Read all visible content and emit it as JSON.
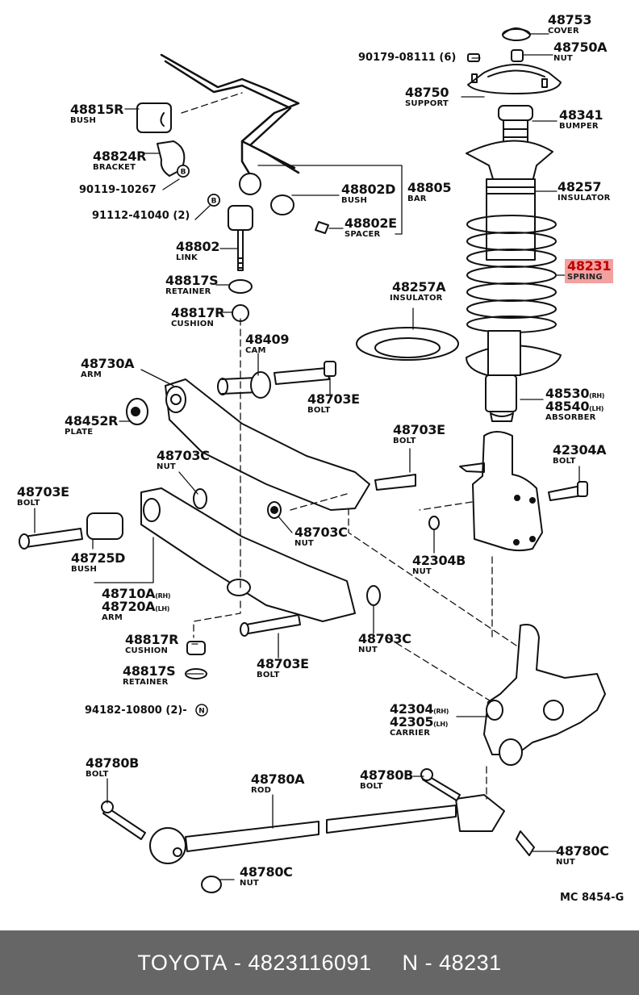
{
  "diagram": {
    "code": "MC 8454-G",
    "highlight_color": "#f3a0a0",
    "callouts": [
      {
        "id": "48753",
        "name": "COVER"
      },
      {
        "id": "48750A",
        "name": "NUT"
      },
      {
        "id": "48750",
        "name": "SUPPORT"
      },
      {
        "id": "48341",
        "name": "BUMPER"
      },
      {
        "id": "48257",
        "name": "INSULATOR"
      },
      {
        "id": "48231",
        "name": "SPRING",
        "highlighted": true
      },
      {
        "id": "48257A",
        "name": "INSULATOR"
      },
      {
        "id": "48530",
        "side": "(RH)",
        "id2": "48540",
        "side2": "(LH)",
        "name": "ABSORBER"
      },
      {
        "id": "42304A",
        "name": "BOLT"
      },
      {
        "id": "42304B",
        "name": "NUT"
      },
      {
        "id": "48815R",
        "name": "BUSH"
      },
      {
        "id": "48824R",
        "name": "BRACKET"
      },
      {
        "id": "48802D",
        "name": "BUSH"
      },
      {
        "id": "48805",
        "name": "BAR"
      },
      {
        "id": "48802E",
        "name": "SPACER"
      },
      {
        "id": "48802",
        "name": "LINK"
      },
      {
        "id": "48817S",
        "name": "RETAINER"
      },
      {
        "id": "48817R",
        "name": "CUSHION"
      },
      {
        "id": "48409",
        "name": "CAM"
      },
      {
        "id": "48730A",
        "name": "ARM"
      },
      {
        "id": "48703E",
        "name": "BOLT"
      },
      {
        "id": "48452R",
        "name": "PLATE"
      },
      {
        "id": "48703E",
        "name": "BOLT"
      },
      {
        "id": "48703C",
        "name": "NUT"
      },
      {
        "id": "48703E",
        "name": "BOLT"
      },
      {
        "id": "48703C",
        "name": "NUT"
      },
      {
        "id": "48725D",
        "name": "BUSH"
      },
      {
        "id": "48710A",
        "side": "(RH)",
        "id2": "48720A",
        "side2": "(LH)",
        "name": "ARM"
      },
      {
        "id": "48817R",
        "name": "CUSHION"
      },
      {
        "id": "48817S",
        "name": "RETAINER"
      },
      {
        "id": "48703E",
        "name": "BOLT"
      },
      {
        "id": "48703C",
        "name": "NUT"
      },
      {
        "id": "42304",
        "side": "(RH)",
        "id2": "42305",
        "side2": "(LH)",
        "name": "CARRIER"
      },
      {
        "id": "48780B",
        "name": "BOLT"
      },
      {
        "id": "48780A",
        "name": "ROD"
      },
      {
        "id": "48780B",
        "name": "BOLT"
      },
      {
        "id": "48780C",
        "name": "NUT"
      },
      {
        "id": "48780C",
        "name": "NUT"
      }
    ],
    "standard_parts": [
      {
        "text": "90179-08111 (6)"
      },
      {
        "text": "90119-10267",
        "marker": "B"
      },
      {
        "text": "91112-41040 (2)",
        "marker": "B"
      },
      {
        "text": "94182-10800 (2)-",
        "marker": "N"
      }
    ]
  },
  "footer": {
    "brand": "TOYOTA",
    "sep": "-",
    "part_number": "4823116091",
    "ref_prefix": "N",
    "ref_number": "48231"
  }
}
